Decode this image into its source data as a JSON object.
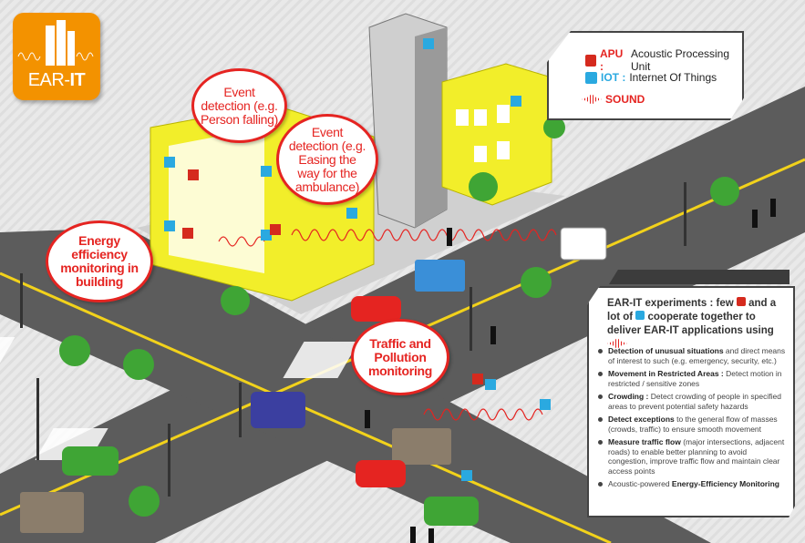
{
  "logo": {
    "text_a": "EAR-",
    "text_b": "IT"
  },
  "legend": {
    "apu_label": "APU :",
    "apu_desc": "Acoustic Processing Unit",
    "iot_label": "IOT :",
    "iot_desc": "Internet Of Things",
    "sound_label": "SOUND"
  },
  "bubbles": {
    "person_falling": "Event detection (e.g. Person falling)",
    "ambulance": "Event detection (e.g. Easing the way for the ambulance)",
    "energy": "Energy efficiency monitoring in building",
    "traffic": "Traffic and Pollution monitoring"
  },
  "info": {
    "head_1": "EAR-IT experiments : few",
    "head_2": "and a lot of",
    "head_3": "cooperate together to deliver EAR-IT applications using",
    "items": [
      {
        "bold": "Detection of unusual situations",
        "text": " and direct means of interest to such (e.g. emergency, security, etc.)"
      },
      {
        "bold": "Movement in Restricted Areas :",
        "text": " Detect motion in restricted / sensitive zones"
      },
      {
        "bold": "Crowding :",
        "text": " Detect crowding of people in specified areas to prevent potential safety hazards"
      },
      {
        "bold": "Detect exceptions",
        "text": " to the general flow of masses (crowds, traffic) to ensure smooth movement"
      },
      {
        "bold": "Measure traffic flow",
        "text": " (major intersections, adjacent roads) to enable better planning to avoid congestion, improve traffic flow and maintain clear access points"
      },
      {
        "pre": "Acoustic-powered ",
        "bold": "Energy-Efficiency Monitoring",
        "text": ""
      }
    ]
  },
  "colors": {
    "accent_red": "#e52421",
    "iot_blue": "#2aa9e0",
    "logo_orange": "#f39200",
    "building_yellow": "#f2ee2a",
    "road": "#5a5a5a"
  }
}
